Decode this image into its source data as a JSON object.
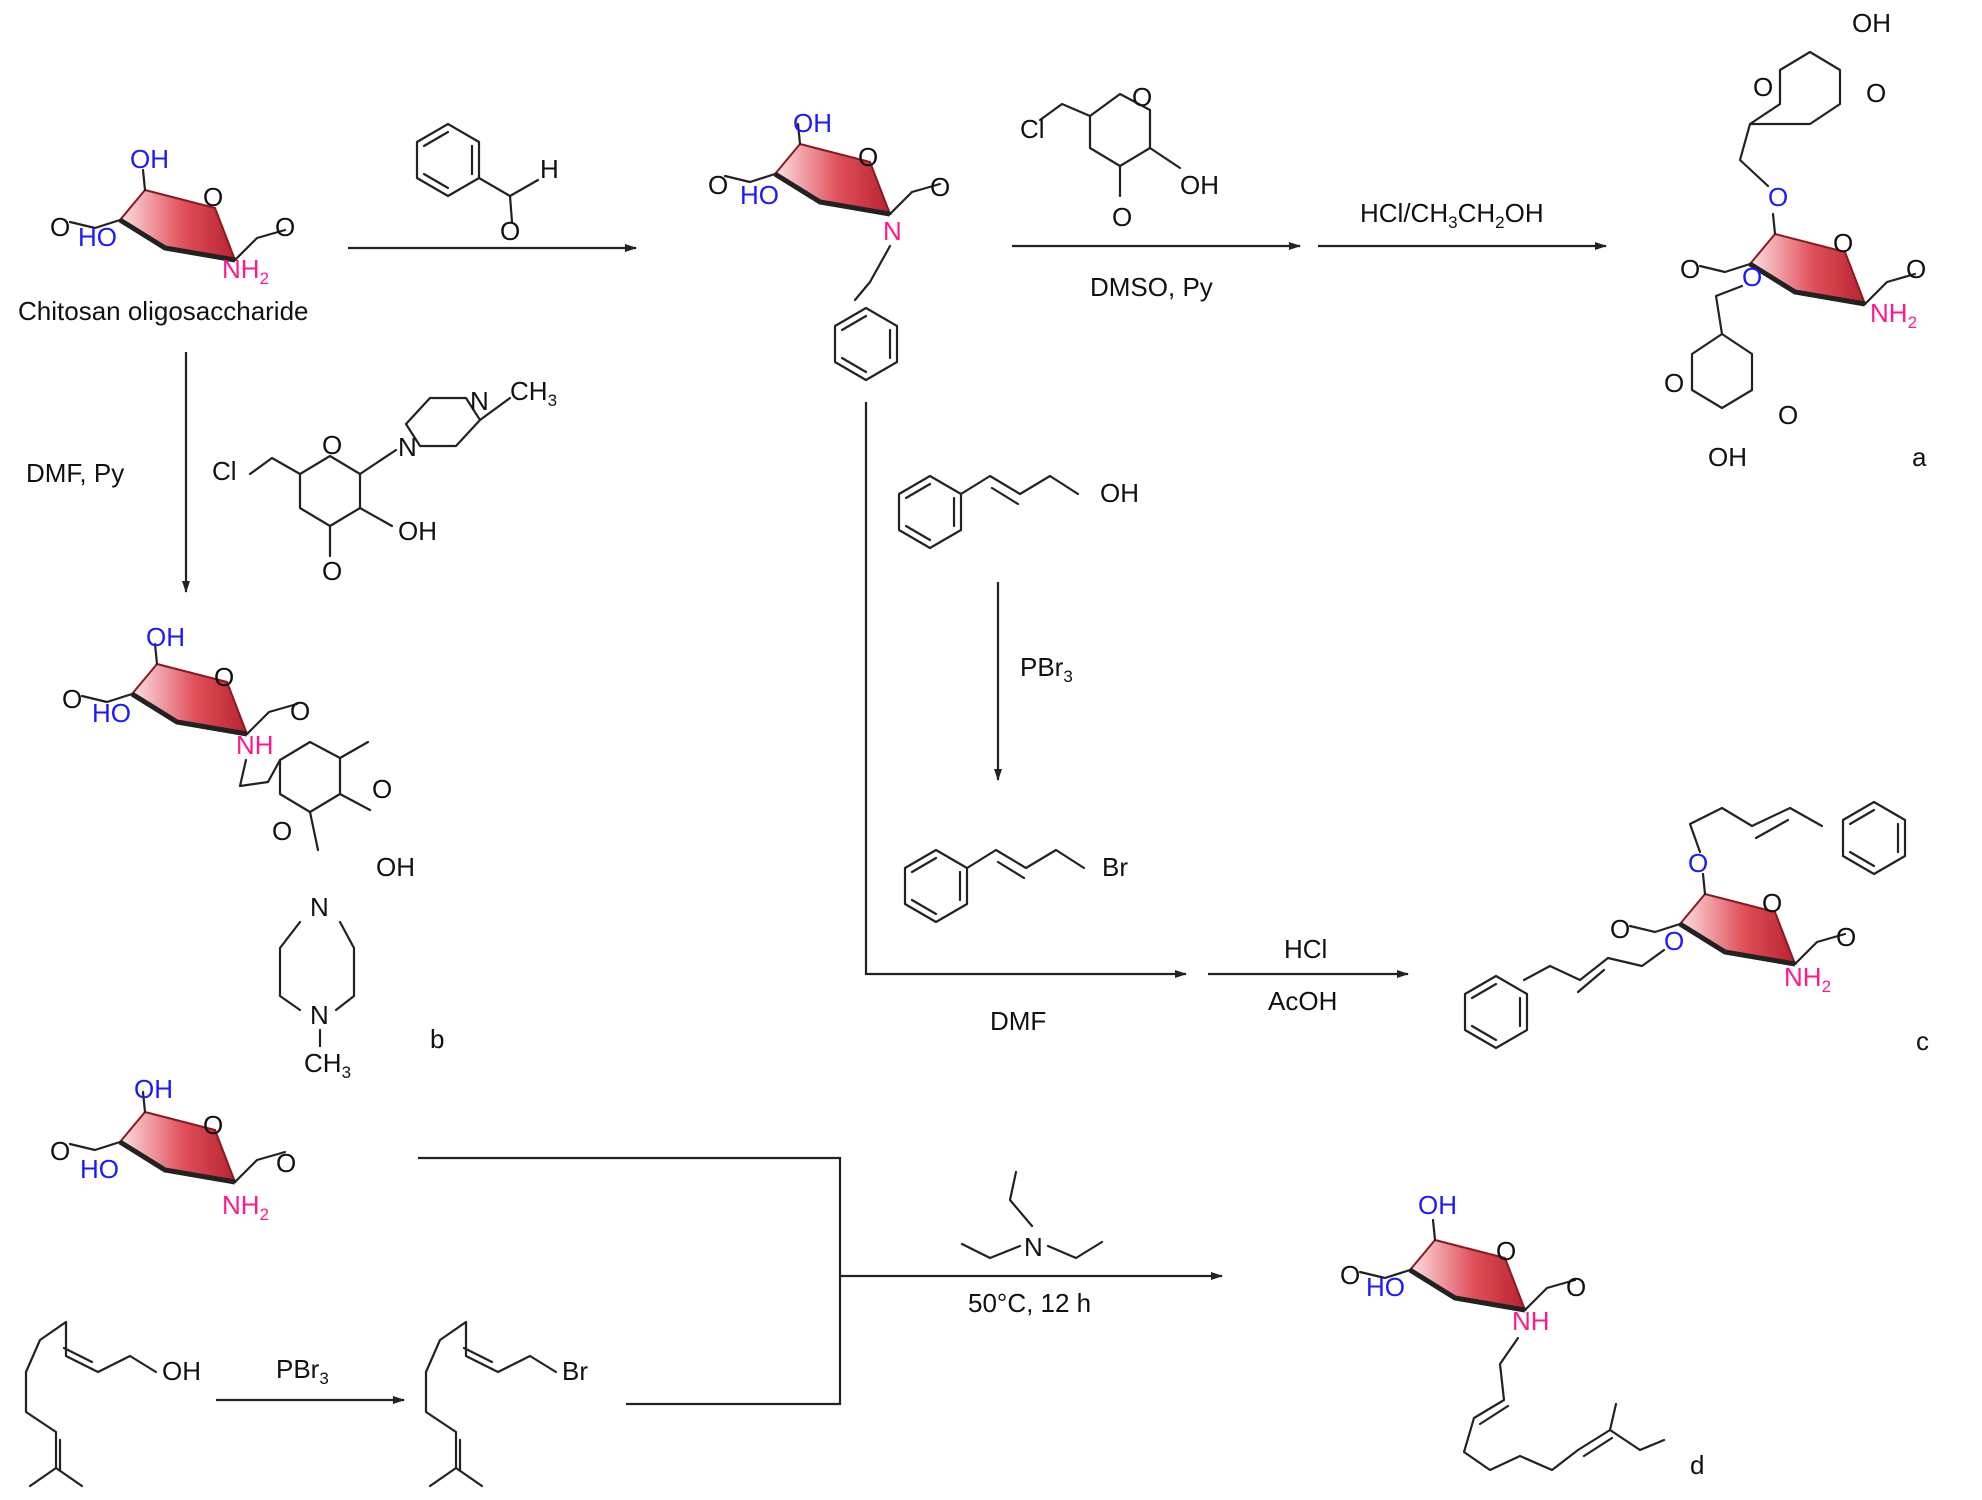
{
  "labels": {
    "chitosan_name": "Chitosan oligosaccharide",
    "oh": "OH",
    "ho": "HO",
    "nh2": "NH",
    "nh2_sub": "2",
    "nh": "NH",
    "n": "N",
    "o": "O",
    "h": "H",
    "cl": "Cl",
    "br": "Br",
    "ch3": "CH",
    "ch3_sub": "3"
  },
  "reagents": {
    "dmso_py": "DMSO, Py",
    "hcl_etoh_1": "HCl/CH",
    "hcl_etoh_2": "3",
    "hcl_etoh_3": "CH",
    "hcl_etoh_4": "2",
    "hcl_etoh_5": "OH",
    "dmf_py": "DMF,  Py",
    "pbr3_main": "PBr",
    "pbr3_sub": "3",
    "dmf": "DMF",
    "hcl": "HCl",
    "acoh": "AcOH",
    "temp_time": "50°C, 12 h"
  },
  "product_labels": {
    "a": "a",
    "b": "b",
    "c": "c",
    "d": "d"
  },
  "colors": {
    "hydroxyl_blue": "#1a1aff",
    "amine_pink": "#ff1a8c",
    "ring_red": "#e0505a",
    "ring_light": "#fde0e3"
  }
}
